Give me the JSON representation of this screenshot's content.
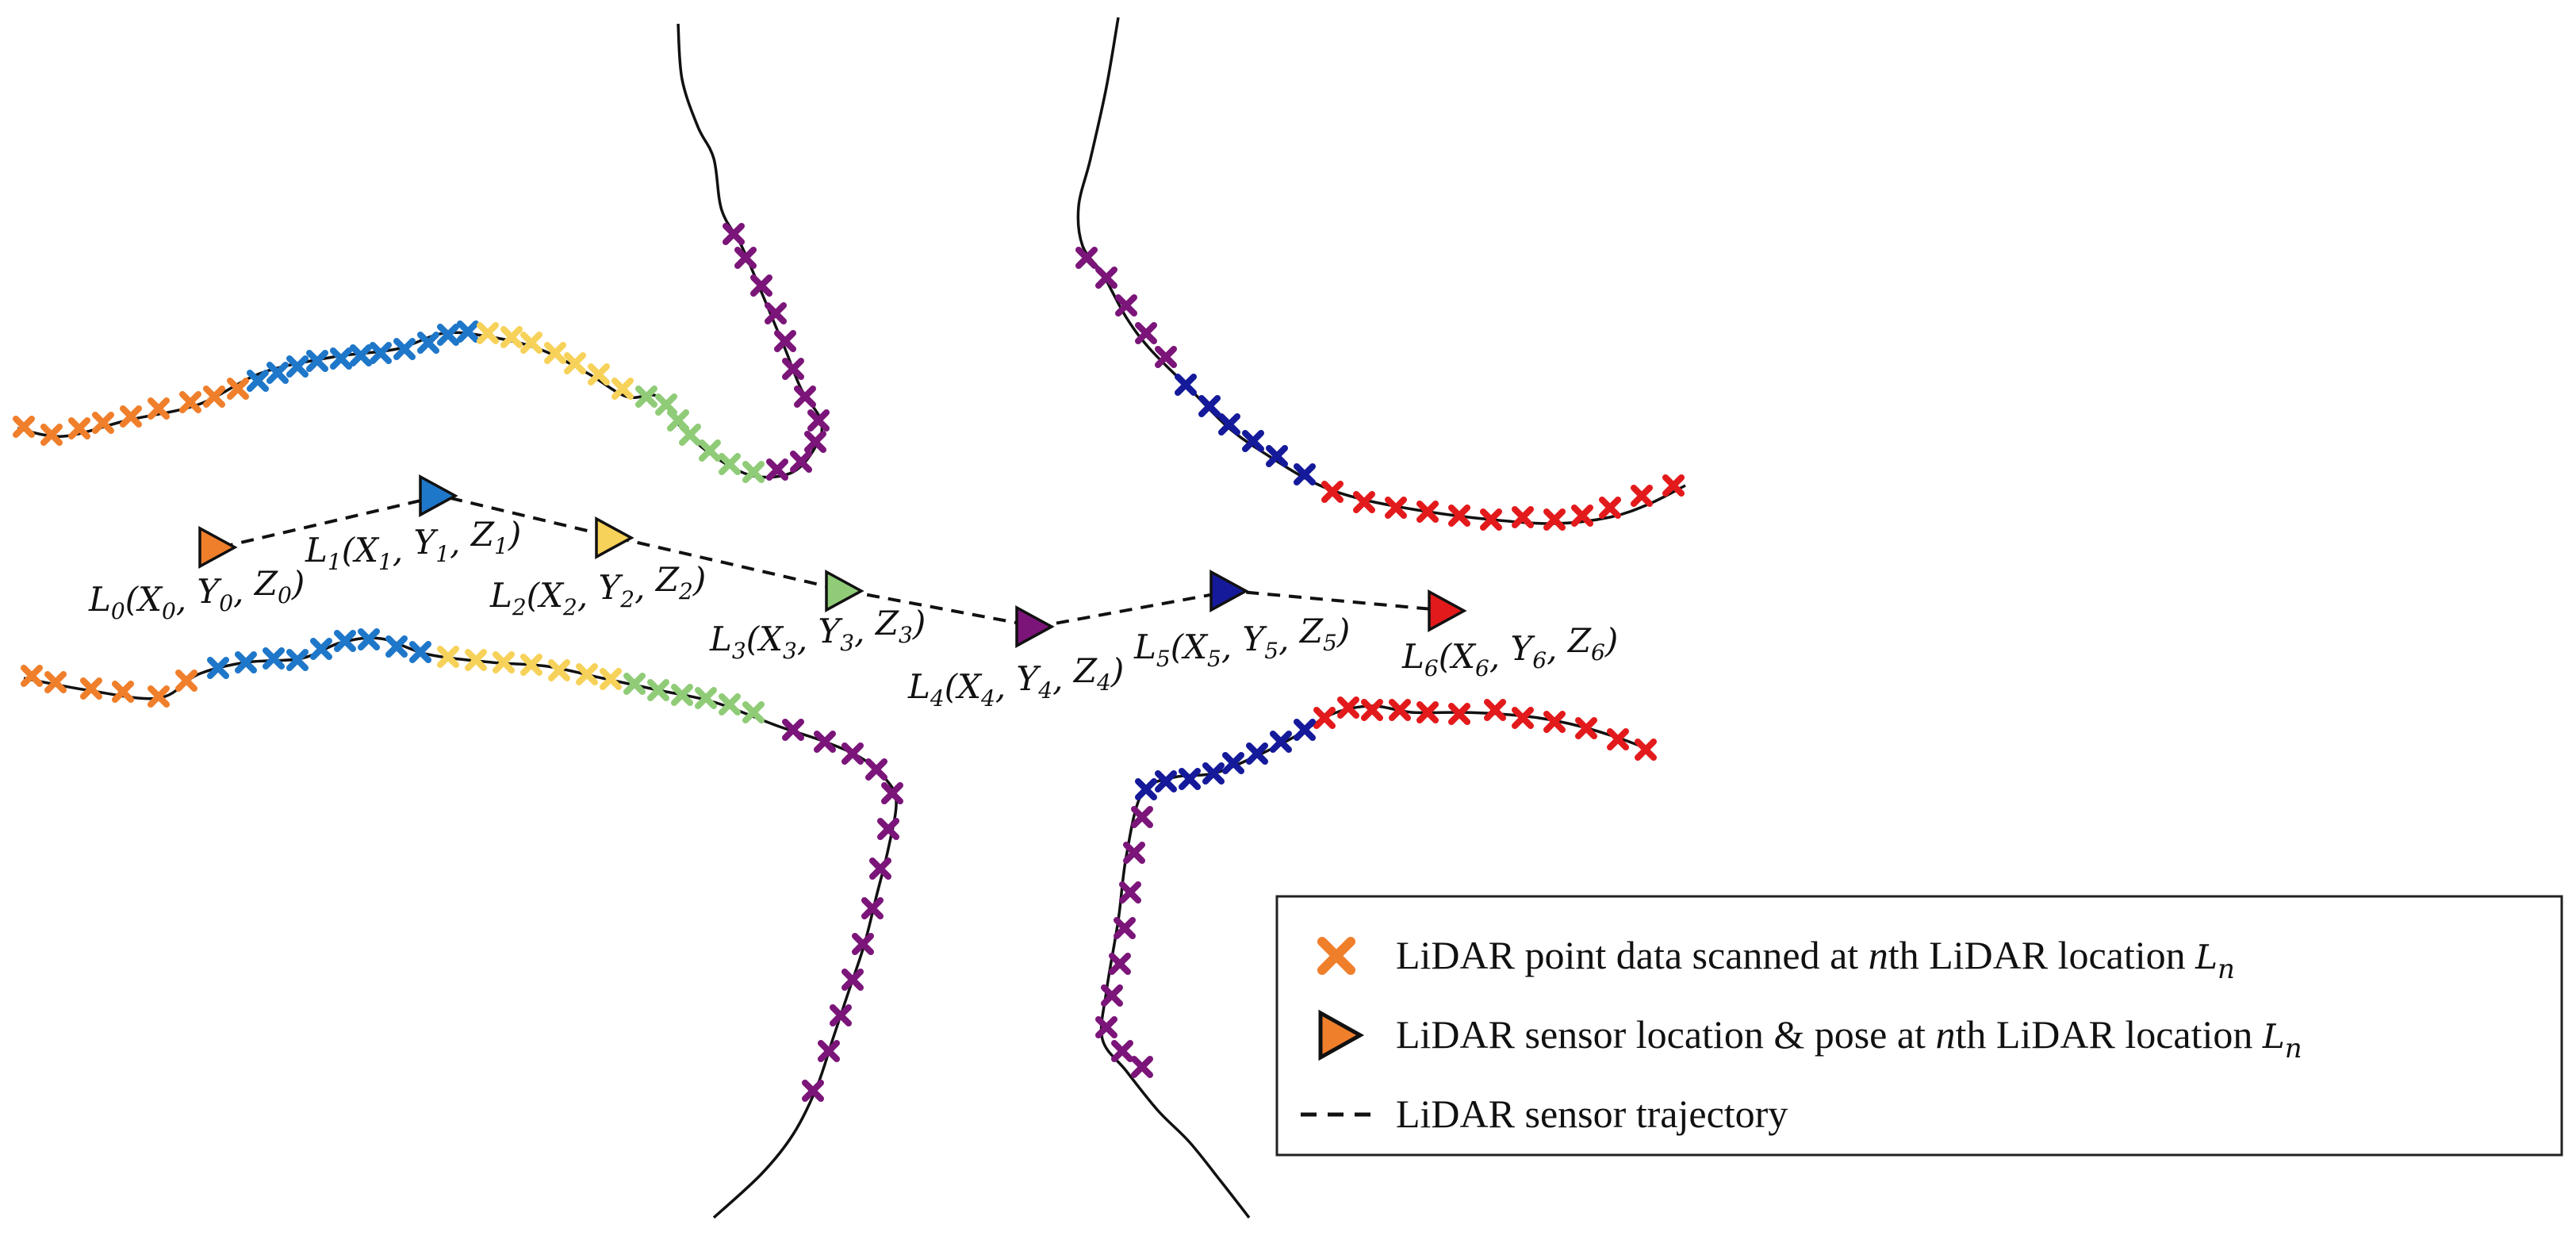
{
  "colors": {
    "orange": "#f07f2c",
    "blue": "#1f77c9",
    "yellow": "#f7d25a",
    "green": "#90cc78",
    "purple": "#7b1579",
    "navy": "#151a9a",
    "red": "#e31a1c",
    "line": "#111111"
  },
  "sensors": [
    {
      "id": "L0",
      "color_key": "orange",
      "label": {
        "sym": "L",
        "n": "0",
        "vars": [
          "X",
          "Y",
          "Z"
        ]
      }
    },
    {
      "id": "L1",
      "color_key": "blue",
      "label": {
        "sym": "L",
        "n": "1",
        "vars": [
          "X",
          "Y",
          "Z"
        ]
      }
    },
    {
      "id": "L2",
      "color_key": "yellow",
      "label": {
        "sym": "L",
        "n": "2",
        "vars": [
          "X",
          "Y",
          "Z"
        ]
      }
    },
    {
      "id": "L3",
      "color_key": "green",
      "label": {
        "sym": "L",
        "n": "3",
        "vars": [
          "X",
          "Y",
          "Z"
        ]
      }
    },
    {
      "id": "L4",
      "color_key": "purple",
      "label": {
        "sym": "L",
        "n": "4",
        "vars": [
          "X",
          "Y",
          "Z"
        ]
      }
    },
    {
      "id": "L5",
      "color_key": "navy",
      "label": {
        "sym": "L",
        "n": "5",
        "vars": [
          "X",
          "Y",
          "Z"
        ]
      }
    },
    {
      "id": "L6",
      "color_key": "red",
      "label": {
        "sym": "L",
        "n": "6",
        "vars": [
          "X",
          "Y",
          "Z"
        ]
      }
    }
  ],
  "legend": {
    "items": [
      {
        "icon": "x-marker-icon",
        "text_before": "LiDAR point data scanned at ",
        "italic": "n",
        "text_after": "th LiDAR location ",
        "math": "L",
        "math_sub": "n"
      },
      {
        "icon": "triangle-marker-icon",
        "text_before": "LiDAR sensor location & pose at ",
        "italic": "n",
        "text_after": "th LiDAR location ",
        "math": "L",
        "math_sub": "n"
      },
      {
        "icon": "dashed-line-icon",
        "text_before": "LiDAR sensor trajectory",
        "italic": "",
        "text_after": "",
        "math": "",
        "math_sub": ""
      }
    ]
  }
}
